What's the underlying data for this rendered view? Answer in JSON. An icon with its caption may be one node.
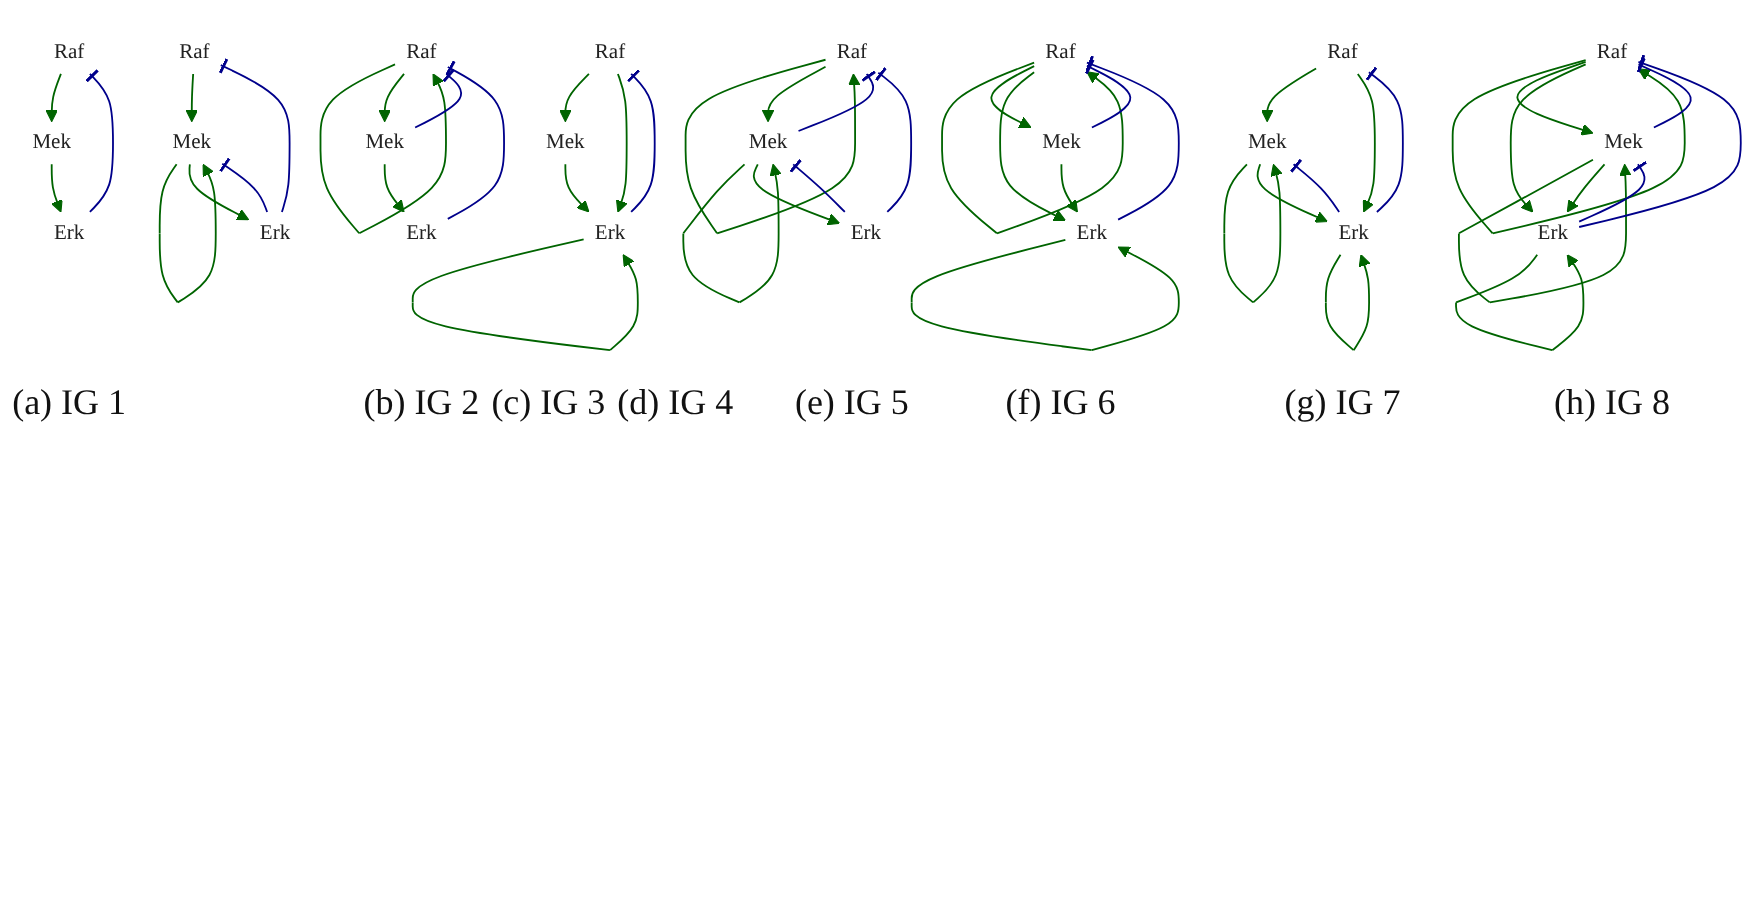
{
  "diagram": {
    "nodes": [
      {
        "text": [
          "Raf"
        ]
      },
      {
        "text": [
          "Mek"
        ]
      },
      {
        "text": [
          "Erk"
        ]
      },
      {
        "text": [
          "Raf"
        ]
      },
      {
        "text": [
          "Mek"
        ]
      },
      {
        "text": [
          "Erk"
        ]
      },
      {
        "text": [
          "Raf"
        ]
      },
      {
        "text": [
          "Mek"
        ]
      },
      {
        "text": [
          "Erk"
        ]
      },
      {
        "text": [
          "Raf"
        ]
      },
      {
        "text": [
          "Mek"
        ]
      },
      {
        "text": [
          "Erk"
        ]
      },
      {
        "text": [
          "Raf"
        ]
      },
      {
        "text": [
          "Mek"
        ]
      },
      {
        "text": [
          "Erk"
        ]
      },
      {
        "text": [
          "Raf"
        ]
      },
      {
        "text": [
          "Mek"
        ]
      },
      {
        "text": [
          "Erk"
        ]
      },
      {
        "text": [
          "Raf"
        ]
      },
      {
        "text": [
          "Mek"
        ]
      },
      {
        "text": [
          "Erk"
        ]
      },
      {
        "text": [
          "Raf"
        ]
      },
      {
        "text": [
          "Mek"
        ]
      },
      {
        "text": [
          "Erk"
        ]
      }
    ],
    "edges": [
      {
        "from": 0,
        "to": 1,
        "arrow": "to"
      },
      {
        "from": 1,
        "to": 2,
        "arrow": "to"
      },
      {
        "from": 2,
        "to": 0,
        "arrow": "other",
        "color": "#00008b"
      },
      {
        "from": 3,
        "to": 3,
        "arrow": "to"
      },
      {
        "from": 3,
        "to": 4,
        "arrow": "to"
      },
      {
        "from": 4,
        "to": 3,
        "arrow": "other",
        "color": "#00008b"
      },
      {
        "from": 4,
        "to": 5,
        "arrow": "to"
      },
      {
        "from": 5,
        "to": 3,
        "arrow": "other",
        "color": "#00008b"
      },
      {
        "from": 6,
        "to": 7,
        "arrow": "to"
      },
      {
        "from": 7,
        "to": 7,
        "arrow": "to"
      },
      {
        "from": 7,
        "to": 8,
        "arrow": "to"
      },
      {
        "from": 8,
        "to": 7,
        "arrow": "other",
        "color": "#00008b"
      },
      {
        "from": 8,
        "to": 6,
        "arrow": "other",
        "color": "#00008b"
      },
      {
        "from": 9,
        "to": 10,
        "arrow": "to"
      },
      {
        "from": 9,
        "to": 11,
        "arrow": "to"
      },
      {
        "from": 11,
        "to": 9,
        "arrow": "other",
        "color": "#00008b"
      },
      {
        "from": 10,
        "to": 11,
        "arrow": "to"
      },
      {
        "from": 11,
        "to": 11,
        "arrow": "to"
      },
      {
        "from": 12,
        "to": 12,
        "arrow": "to"
      },
      {
        "from": 12,
        "to": 13,
        "arrow": "to"
      },
      {
        "from": 13,
        "to": 12,
        "arrow": "other",
        "color": "#00008b"
      },
      {
        "from": 13,
        "to": 13,
        "arrow": "to"
      },
      {
        "from": 13,
        "to": 14,
        "arrow": "to"
      },
      {
        "from": 14,
        "to": 13,
        "arrow": "other",
        "color": "#00008b"
      },
      {
        "from": 14,
        "to": 12,
        "arrow": "other",
        "color": "#00008b"
      },
      {
        "from": 15,
        "to": 15,
        "arrow": "to"
      },
      {
        "from": 15,
        "to": 16,
        "arrow": "to"
      },
      {
        "from": 16,
        "to": 15,
        "arrow": "other",
        "color": "#00008b"
      },
      {
        "from": 15,
        "to": 17,
        "arrow": "to"
      },
      {
        "from": 17,
        "to": 15,
        "arrow": "other",
        "color": "#00008b"
      },
      {
        "from": 16,
        "to": 17,
        "arrow": "to"
      },
      {
        "from": 17,
        "to": 17,
        "arrow": "to"
      },
      {
        "from": 18,
        "to": 19,
        "arrow": "to"
      },
      {
        "from": 19,
        "to": 19,
        "arrow": "to"
      },
      {
        "from": 18,
        "to": 20,
        "arrow": "to"
      },
      {
        "from": 20,
        "to": 18,
        "arrow": "other",
        "color": "#00008b"
      },
      {
        "from": 20,
        "to": 19,
        "arrow": "other",
        "color": "#00008b"
      },
      {
        "from": 19,
        "to": 20,
        "arrow": "to"
      },
      {
        "from": 20,
        "to": 20,
        "arrow": "to"
      },
      {
        "from": 21,
        "to": 21,
        "arrow": "to"
      },
      {
        "from": 21,
        "to": 22,
        "arrow": "to"
      },
      {
        "from": 22,
        "to": 21,
        "arrow": "other",
        "color": "#00008b"
      },
      {
        "from": 22,
        "to": 22,
        "arrow": "to"
      },
      {
        "from": 21,
        "to": 23,
        "arrow": "to"
      },
      {
        "from": 23,
        "to": 21,
        "arrow": "other",
        "color": "#00008b"
      },
      {
        "from": 22,
        "to": 23,
        "arrow": "to"
      },
      {
        "from": 23,
        "to": 22,
        "arrow": "other",
        "color": "#00008b"
      },
      {
        "from": 23,
        "to": 23,
        "arrow": "to"
      }
    ],
    "labels": [
      "(a) IG 1",
      "(b) IG 2",
      "(c) IG 3",
      "(d) IG 4",
      "(e) IG 5",
      "(f) IG 6",
      "(g) IG 7",
      "(h) IG 8"
    ]
  }
}
